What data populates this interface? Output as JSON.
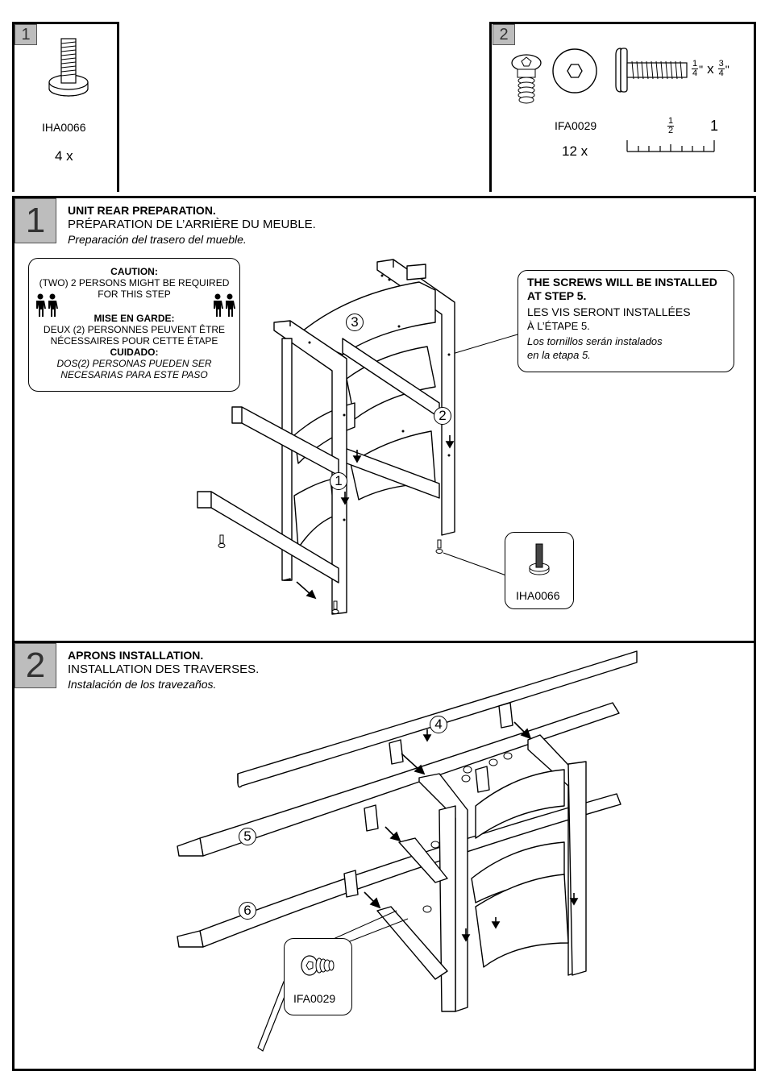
{
  "parts": [
    {
      "badge": "1",
      "code": "IHA0066",
      "qty": "4 x"
    },
    {
      "badge": "2",
      "code": "IFA0029",
      "qty": "12 x",
      "size_label_w_num": "1",
      "size_label_w_den": "4",
      "size_sep": "x",
      "size_label_l_num": "3",
      "size_label_l_den": "4",
      "scale_half_num": "1",
      "scale_half_den": "2",
      "scale_one": "1"
    }
  ],
  "steps": [
    {
      "number": "1",
      "title_en": "UNIT REAR PREPARATION.",
      "title_fr": "PRÉPARATION DE L’ARRIÈRE DU MEUBLE.",
      "title_es": "Preparación del trasero del mueble.",
      "caution": {
        "heading_en": "CAUTION:",
        "text_en_1": "(TWO) 2 PERSONS MIGHT BE REQUIRED",
        "text_en_2": "FOR THIS STEP",
        "heading_fr": "MISE EN GARDE:",
        "text_fr_1": "DEUX (2) PERSONNES PEUVENT ÊTRE",
        "text_fr_2": "NÉCESSAIRES POUR CETTE ÉTAPE",
        "heading_es": "CUIDADO:",
        "text_es_1": "DOS(2) PERSONAS PUEDEN SER",
        "text_es_2": "NECESARIAS PARA ESTE PASO"
      },
      "note": {
        "en_1": "THE SCREWS WILL BE INSTALLED",
        "en_2": "AT STEP 5.",
        "fr_1": "LES VIS SERONT INSTALLÉES",
        "fr_2": "À L’ÉTAPE 5.",
        "es_1": "Los tornillos serán instalados",
        "es_2": "en la etapa 5."
      },
      "callout_code": "IHA0066",
      "labels": [
        "1",
        "2",
        "3"
      ]
    },
    {
      "number": "2",
      "title_en": "APRONS INSTALLATION.",
      "title_fr": "INSTALLATION DES TRAVERSES.",
      "title_es": "Instalación de los travezaños.",
      "callout_code": "IFA0029",
      "labels": [
        "4",
        "5",
        "6"
      ]
    }
  ]
}
